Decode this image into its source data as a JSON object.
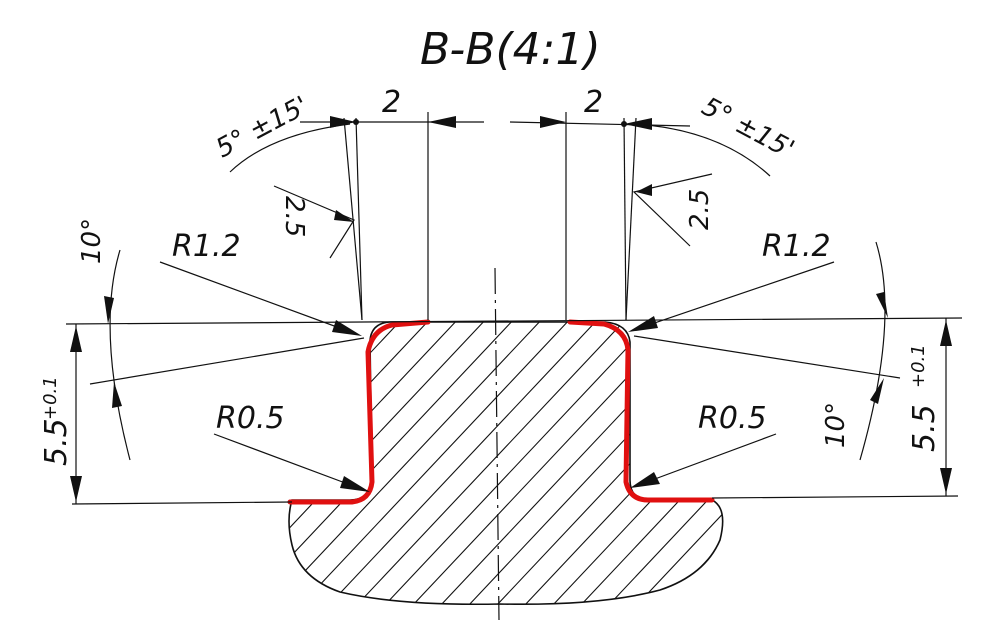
{
  "view_title": "B-B(4:1)",
  "top_left": {
    "angle": "5° ±15'",
    "width": "2",
    "depth": "2.5",
    "radius": "R1.2"
  },
  "top_right": {
    "angle": "5° ±15'",
    "width": "2",
    "depth": "2.5",
    "radius": "R1.2"
  },
  "side_left": {
    "angle": "10°",
    "height": "5.5",
    "tolerance": "+0.1",
    "radius": "R0.5"
  },
  "side_right": {
    "angle": "10°",
    "height": "5.5",
    "tolerance": "+0.1",
    "radius": "R0.5"
  },
  "colors": {
    "line": "#111111",
    "highlight": "#e01010",
    "background": "#ffffff"
  }
}
